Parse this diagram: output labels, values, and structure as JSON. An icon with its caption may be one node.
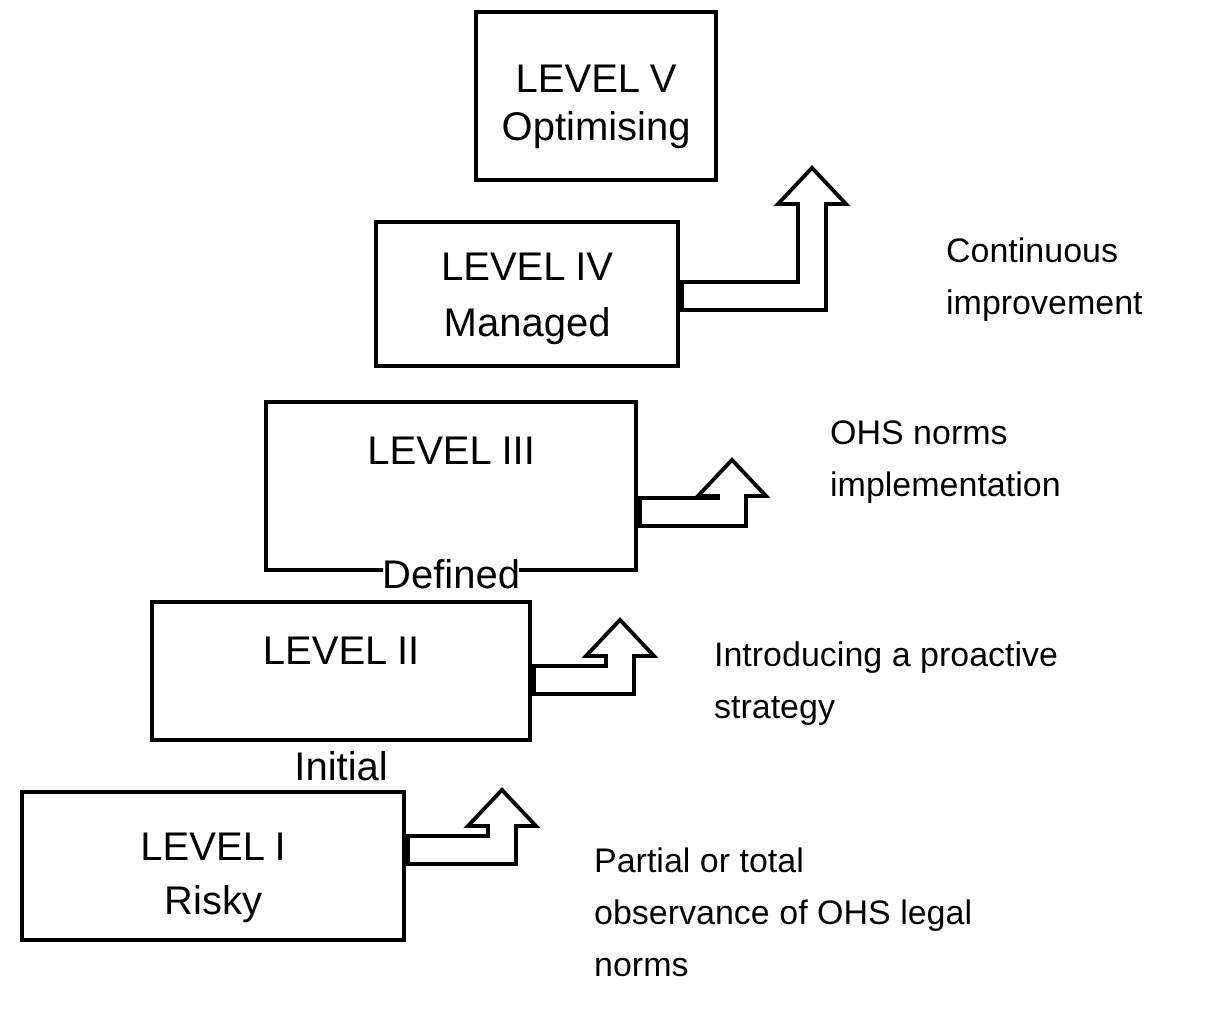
{
  "diagram": {
    "nodes": [
      {
        "text": [
          "LEVEL V",
          "Optimising"
        ]
      },
      {
        "text": [
          "LEVEL IV",
          "Managed"
        ]
      },
      {
        "text": [
          "LEVEL III",
          "Defined"
        ]
      },
      {
        "text": [
          "LEVEL II",
          "Initial"
        ]
      },
      {
        "text": [
          "LEVEL I",
          "Risky"
        ]
      }
    ],
    "edges": [
      {
        "from": 4,
        "to": 3,
        "arrow": "to"
      },
      {
        "from": 3,
        "to": 2,
        "arrow": "to"
      },
      {
        "from": 2,
        "to": 1,
        "arrow": "to"
      },
      {
        "from": 1,
        "to": 0,
        "arrow": "to"
      }
    ],
    "labels": [
      "Continuous improvement",
      "OHS norms implementation",
      "Introducing a proactive strategy",
      "Partial or total observance of OHS legal norms"
    ]
  }
}
